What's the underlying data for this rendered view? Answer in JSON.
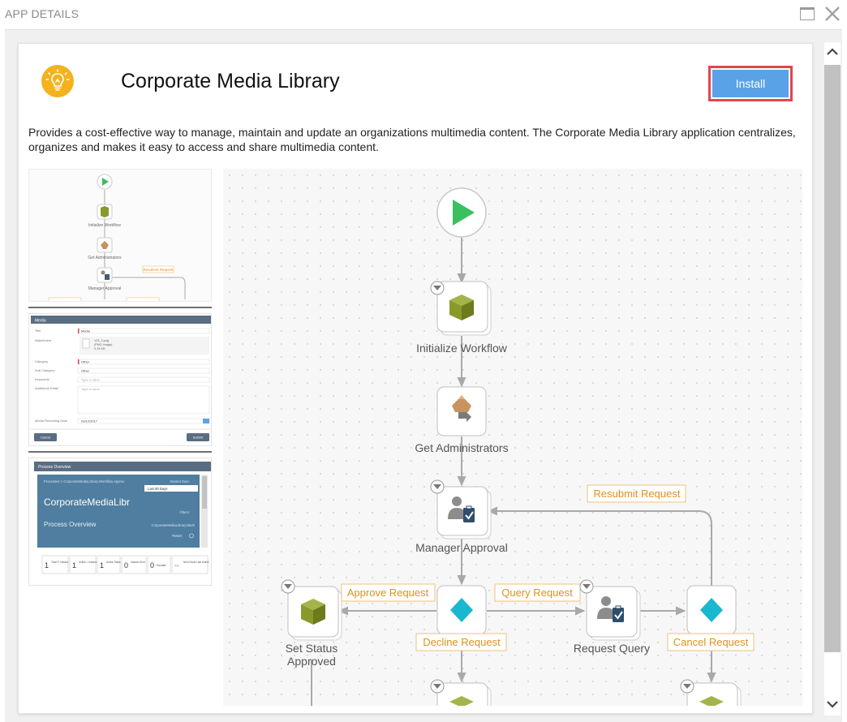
{
  "window": {
    "title": "APP DETAILS",
    "maximize_icon": "maximize-icon",
    "close_icon": "close-icon"
  },
  "app": {
    "name": "Corporate Media Library",
    "icon": "lightbulb-icon",
    "install_label": "Install",
    "description": "Provides a cost-effective way to manage, maintain and update an organizations multimedia content. The Corporate Media Library application centralizes, organizes and makes it easy to access and share multimedia content."
  },
  "colors": {
    "install_button": "#5aa2e8",
    "install_highlight": "#e2454f",
    "app_icon": "#f3b21e",
    "start_green": "#3cbf5f",
    "box_olive": "#8a9a2a",
    "diamond_teal": "#19b8cf",
    "label_orange": "#e0901e"
  },
  "thumbnails": {
    "flow": {
      "nodes": [
        "Initialize Workflow",
        "Get Administrators",
        "Manager Approval"
      ],
      "labels": [
        "Resubmit Request"
      ]
    },
    "form": {
      "header": "Media",
      "fields": [
        {
          "label": "Title",
          "value": "Media"
        },
        {
          "label": "Attachment",
          "value": "123_2.png"
        },
        {
          "label": "Category",
          "value": "Other"
        },
        {
          "label": "Sub Category",
          "value": "Other"
        },
        {
          "label": "Keywords",
          "value": "Type a value"
        },
        {
          "label": "Additional Detail",
          "value": "Type a value"
        },
        {
          "label": "Media Recording Date",
          "value": "03/12/2017"
        }
      ],
      "attachment_meta": [
        "(PNG Image)",
        "3.15 KB"
      ],
      "cancel": "Cancel",
      "submit": "Submit"
    },
    "process": {
      "header": "Process Overview",
      "breadcrumb": "Processes > CorporateMediaLibrary.Workflow.Approv",
      "started_label": "Started Date:",
      "started_value": "Last 90 Days",
      "app_short": "CorporateMediaLibr",
      "subtitle": "Process Overview",
      "filters_label": "Filters:",
      "filters_value": "CorporateMediaLibrary.Work",
      "reset": "Reset",
      "stats": [
        {
          "count": "1",
          "label": "Total P. Instanc"
        },
        {
          "count": "1",
          "label": "Active I. Instanc"
        },
        {
          "count": "1",
          "label": "Active Tasks"
        },
        {
          "count": "0",
          "label": "Instanc Error"
        },
        {
          "count": "0",
          "label": "Escalat"
        },
        {
          "count": ">>",
          "label": "Next Escal Last Activit"
        }
      ]
    }
  },
  "workflow": {
    "nodes": {
      "initialize": "Initialize Workflow",
      "get_admins": "Get Administrators",
      "manager_approval": "Manager Approval",
      "set_status": "Set Status Approved",
      "request_query": "Request Query"
    },
    "set_status_lines": [
      "Set Status",
      "Approved"
    ],
    "labels": {
      "resubmit": "Resubmit Request",
      "approve": "Approve Request",
      "query": "Query Request",
      "decline": "Decline Request",
      "cancel": "Cancel Request"
    }
  }
}
